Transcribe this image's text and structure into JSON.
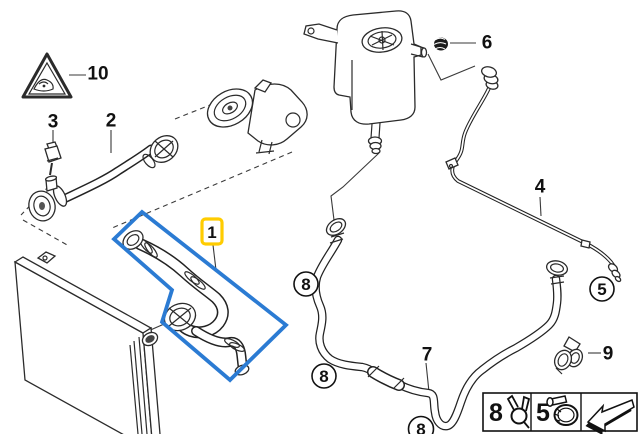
{
  "diagram": {
    "callouts": {
      "pos1": "1",
      "pos2": "2",
      "pos3": "3",
      "pos4": "4",
      "pos5": "5",
      "pos6": "6",
      "pos7": "7",
      "pos8_a": "8",
      "pos8_b": "8",
      "pos8_c": "8",
      "pos9": "9",
      "pos10": "10"
    },
    "legend": {
      "cells": [
        {
          "label": "8",
          "icon": "spring-clamp-icon"
        },
        {
          "label": "5",
          "icon": "screw-clamp-icon"
        },
        {
          "label": "",
          "icon": "direction-arrow-icon"
        }
      ]
    },
    "colors": {
      "highlight_blue": "#2b7bd3",
      "highlight_yellow": "#ffcc00",
      "line": "#222222",
      "background": "#ffffff"
    }
  }
}
